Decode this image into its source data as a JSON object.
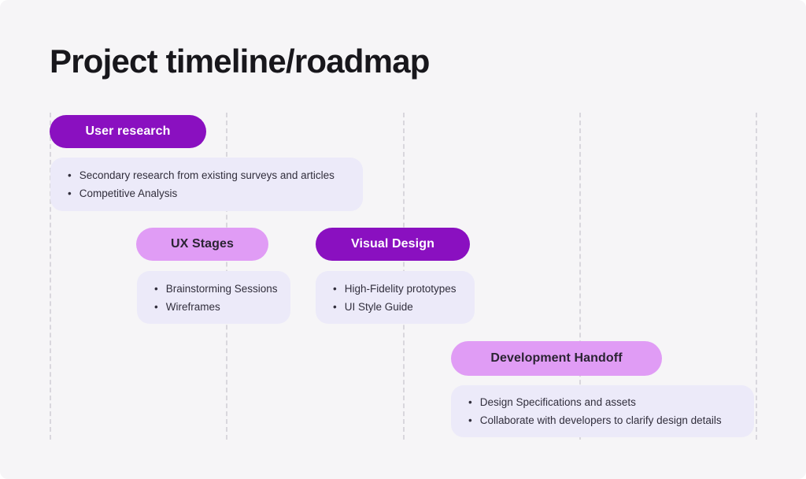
{
  "title": "Project timeline/roadmap",
  "ui": {
    "bullet_marker": "•"
  },
  "colors": {
    "background": "#F6F5F7",
    "title_text": "#18171C",
    "pill_dark_bg": "#8A10C0",
    "pill_dark_text": "#FFFFFF",
    "pill_light_bg": "#E09CF5",
    "pill_light_text": "#2B2433",
    "card_bg": "#ECEAF9",
    "card_text": "#312E3C",
    "gridline": "#D9D7DD"
  },
  "milestones": [
    {
      "label": "User research",
      "variant": "dark",
      "items": [
        "Secondary research from existing surveys and articles",
        "Competitive Analysis"
      ]
    },
    {
      "label": "UX Stages",
      "variant": "light",
      "items": [
        "Brainstorming Sessions",
        "Wireframes"
      ]
    },
    {
      "label": "Visual Design",
      "variant": "dark",
      "items": [
        "High-Fidelity prototypes",
        "UI Style Guide"
      ]
    },
    {
      "label": "Development Handoff",
      "variant": "light",
      "items": [
        "Design Specifications and assets",
        "Collaborate with developers to clarify design details"
      ]
    }
  ]
}
